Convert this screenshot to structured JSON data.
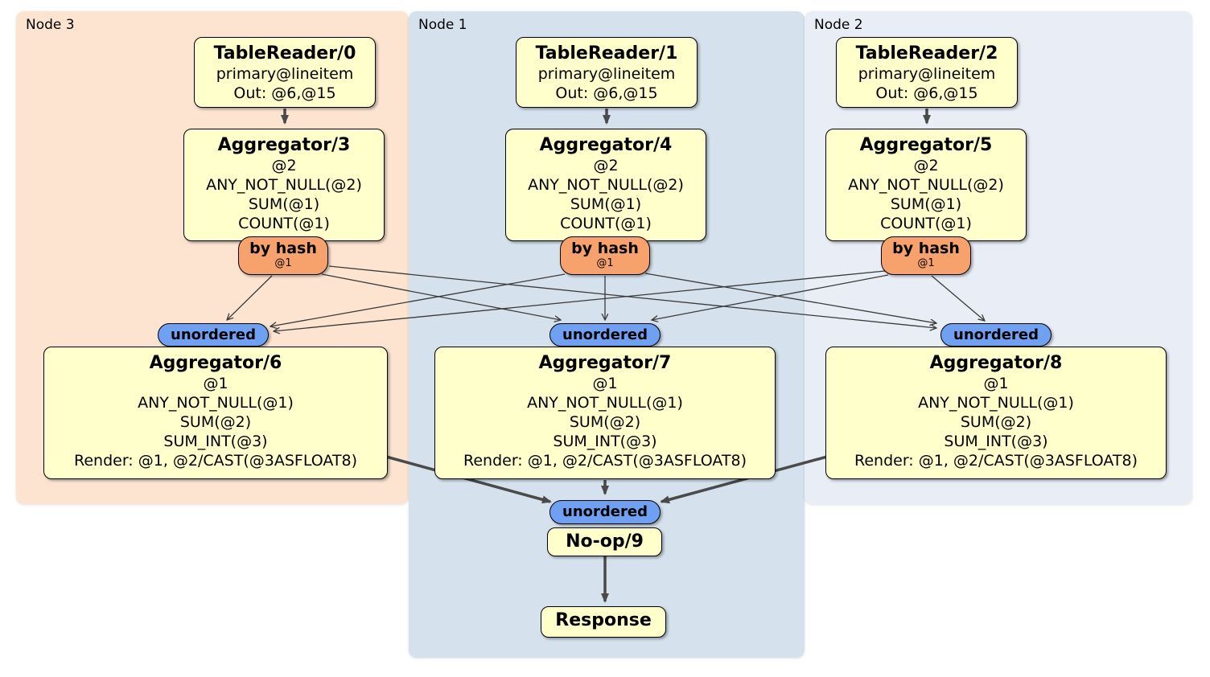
{
  "groups": [
    {
      "id": "node3",
      "label": "Node 3"
    },
    {
      "id": "node1",
      "label": "Node 1"
    },
    {
      "id": "node2",
      "label": "Node 2"
    }
  ],
  "pills": {
    "by_hash": {
      "label": "by hash",
      "tag": "@1"
    },
    "unordered": {
      "label": "unordered"
    }
  },
  "boxes": {
    "tr0": {
      "title": "TableReader/0",
      "lines": [
        "primary@lineitem",
        "Out: @6,@15"
      ]
    },
    "tr1": {
      "title": "TableReader/1",
      "lines": [
        "primary@lineitem",
        "Out: @6,@15"
      ]
    },
    "tr2": {
      "title": "TableReader/2",
      "lines": [
        "primary@lineitem",
        "Out: @6,@15"
      ]
    },
    "agg3": {
      "title": "Aggregator/3",
      "lines": [
        "@2",
        "ANY_NOT_NULL(@2)",
        "SUM(@1)",
        "COUNT(@1)"
      ]
    },
    "agg4": {
      "title": "Aggregator/4",
      "lines": [
        "@2",
        "ANY_NOT_NULL(@2)",
        "SUM(@1)",
        "COUNT(@1)"
      ]
    },
    "agg5": {
      "title": "Aggregator/5",
      "lines": [
        "@2",
        "ANY_NOT_NULL(@2)",
        "SUM(@1)",
        "COUNT(@1)"
      ]
    },
    "agg6": {
      "title": "Aggregator/6",
      "lines": [
        "@1",
        "ANY_NOT_NULL(@1)",
        "SUM(@2)",
        "SUM_INT(@3)",
        "Render: @1, @2/CAST(@3ASFLOAT8)"
      ]
    },
    "agg7": {
      "title": "Aggregator/7",
      "lines": [
        "@1",
        "ANY_NOT_NULL(@1)",
        "SUM(@2)",
        "SUM_INT(@3)",
        "Render: @1, @2/CAST(@3ASFLOAT8)"
      ]
    },
    "agg8": {
      "title": "Aggregator/8",
      "lines": [
        "@1",
        "ANY_NOT_NULL(@1)",
        "SUM(@2)",
        "SUM_INT(@3)",
        "Render: @1, @2/CAST(@3ASFLOAT8)"
      ]
    },
    "noop": {
      "title": "No-op/9"
    },
    "response": {
      "title": "Response"
    }
  },
  "edges": [
    {
      "from": "TableReader/0",
      "to": "Aggregator/3"
    },
    {
      "from": "TableReader/1",
      "to": "Aggregator/4"
    },
    {
      "from": "TableReader/2",
      "to": "Aggregator/5"
    },
    {
      "from": "by hash@Aggregator/3",
      "to": "unordered@Aggregator/6"
    },
    {
      "from": "by hash@Aggregator/3",
      "to": "unordered@Aggregator/7"
    },
    {
      "from": "by hash@Aggregator/3",
      "to": "unordered@Aggregator/8"
    },
    {
      "from": "by hash@Aggregator/4",
      "to": "unordered@Aggregator/6"
    },
    {
      "from": "by hash@Aggregator/4",
      "to": "unordered@Aggregator/7"
    },
    {
      "from": "by hash@Aggregator/4",
      "to": "unordered@Aggregator/8"
    },
    {
      "from": "by hash@Aggregator/5",
      "to": "unordered@Aggregator/6"
    },
    {
      "from": "by hash@Aggregator/5",
      "to": "unordered@Aggregator/7"
    },
    {
      "from": "by hash@Aggregator/5",
      "to": "unordered@Aggregator/8"
    },
    {
      "from": "Aggregator/6",
      "to": "unordered@No-op/9"
    },
    {
      "from": "Aggregator/7",
      "to": "unordered@No-op/9"
    },
    {
      "from": "Aggregator/8",
      "to": "unordered@No-op/9"
    },
    {
      "from": "No-op/9",
      "to": "Response"
    }
  ],
  "colors": {
    "node3_bg": "#FCE4D1",
    "node1_bg": "#D5E2ED",
    "node2_bg": "#E9EDF6",
    "box_bg": "#FFFFCC",
    "hash_bg": "#F7A26C",
    "unordered_bg": "#6FA0F2"
  }
}
